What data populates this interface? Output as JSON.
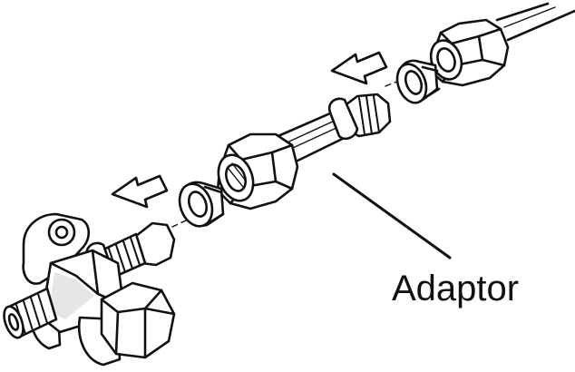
{
  "diagram": {
    "callout_label": "Adaptor",
    "line_color": "#111111",
    "background_color": "#ffffff",
    "parts": [
      "valve-body",
      "valve-nut",
      "valve-flare-fitting",
      "flare-sleeve-left",
      "adaptor",
      "adaptor-nut",
      "flare-sleeve-right",
      "pipe-nut",
      "pipe"
    ],
    "arrows": [
      "direction-arrow-left",
      "direction-arrow-right"
    ]
  }
}
